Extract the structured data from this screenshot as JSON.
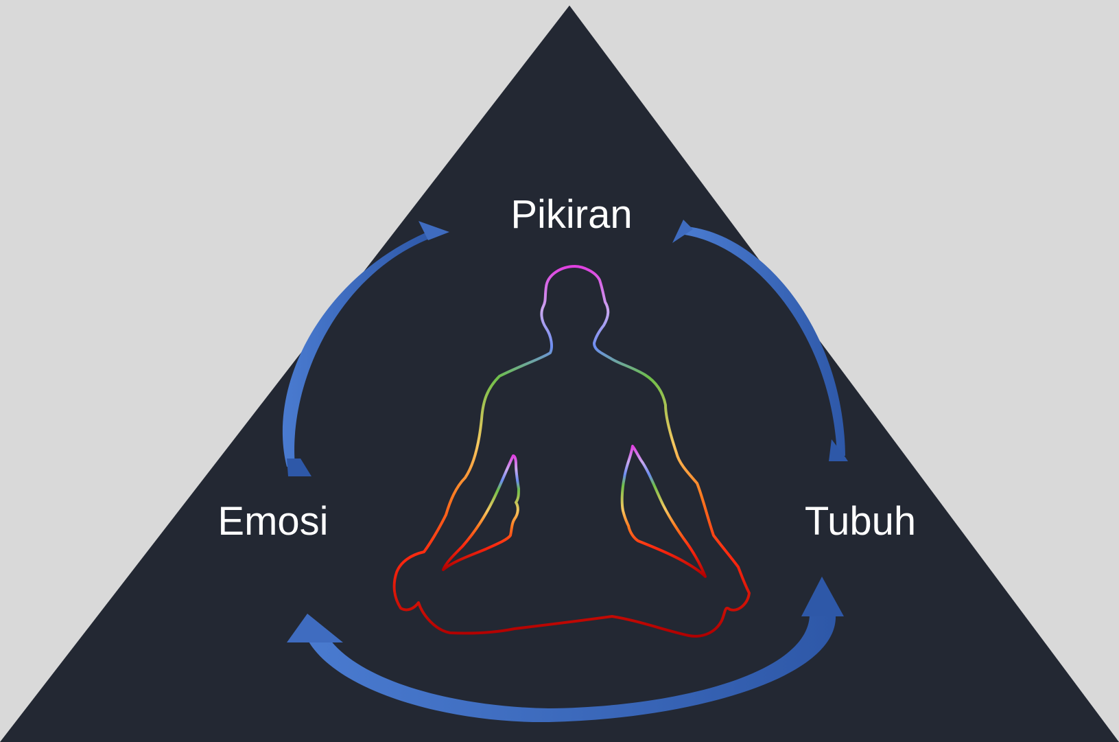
{
  "diagram": {
    "labels": {
      "top": "Pikiran",
      "left": "Emosi",
      "right": "Tubuh"
    },
    "colors": {
      "background": "#d9d9d9",
      "triangle": "#232833",
      "arrow": "#3f6cc0",
      "text": "#ffffff",
      "figure_gradient": [
        "#e040e0",
        "#6b8df0",
        "#6fbf4a",
        "#f6c860",
        "#ff7a20",
        "#e01010",
        "#b00000"
      ]
    },
    "icons": {
      "figure": "meditating-person-icon",
      "arrows": "curved-cycle-arrows"
    }
  }
}
